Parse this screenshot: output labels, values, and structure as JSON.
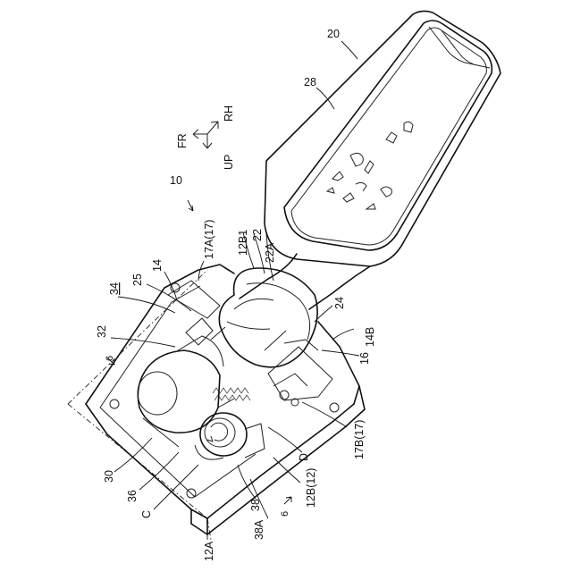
{
  "labels": {
    "l20": "20",
    "l28": "28",
    "l10": "10",
    "l12B1": "12B1",
    "l22": "22",
    "l22A": "22A",
    "l17A": "17A(17)",
    "l14": "14",
    "l34": "34",
    "l25": "25",
    "l32": "32",
    "l6a": "6",
    "l24": "24",
    "l14B": "14B",
    "l16": "16",
    "l17B": "17B(17)",
    "lD": "D",
    "l12B": "12B(12)",
    "l30": "30",
    "l36": "36",
    "lC": "C",
    "l38": "38",
    "l38A": "38A",
    "l6b": "6",
    "l12A": "12A"
  },
  "orientation": {
    "fr": "FR",
    "rh": "RH",
    "up": "UP"
  },
  "colors": {
    "line": "#111111",
    "background": "#ffffff"
  }
}
